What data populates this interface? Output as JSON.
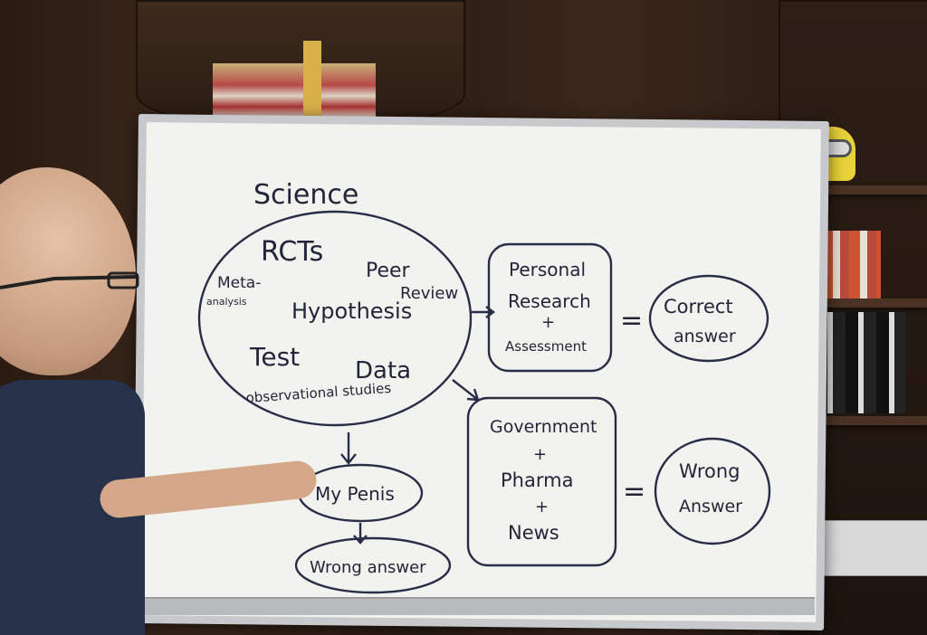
{
  "board": {
    "title": "Science",
    "bubble_words": [
      "RCTs",
      "Peer",
      "Review",
      "Meta-",
      "analysis",
      "Hypothesis",
      "Test",
      "Data",
      "observational studies"
    ],
    "box_personal": [
      "Personal",
      "Research",
      "+",
      "Assessment"
    ],
    "result_correct": [
      "Correct",
      "answer"
    ],
    "box_government": [
      "Government",
      "+",
      "Pharma",
      "+",
      "News"
    ],
    "result_wrong": [
      "Wrong",
      "Answer"
    ],
    "oval_my": "My Penis",
    "oval_wrong_small": "Wrong answer",
    "equals": "="
  }
}
